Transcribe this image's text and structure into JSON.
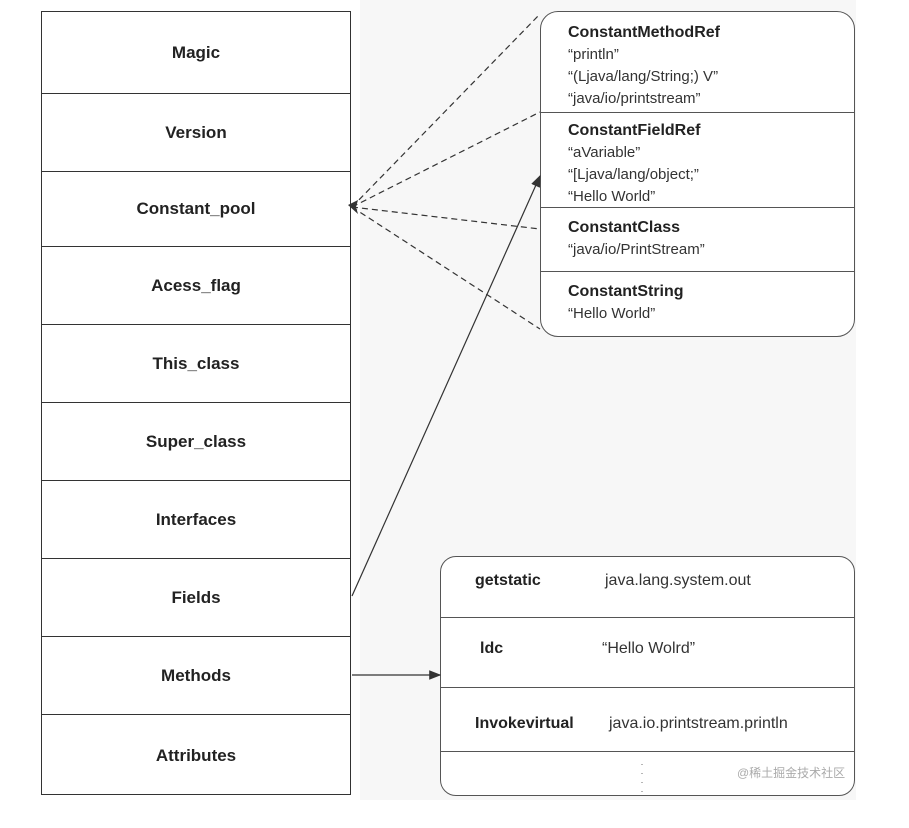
{
  "structure": {
    "rows": [
      "Magic",
      "Version",
      "Constant_pool",
      "Acess_flag",
      "This_class",
      "Super_class",
      "Interfaces",
      "Fields",
      "Methods",
      "Attributes"
    ]
  },
  "constant_pool": {
    "entries": [
      {
        "title": "ConstantMethodRef",
        "lines": [
          "“println”",
          "“(Ljava/lang/String;) V”",
          "“java/io/printstream”"
        ]
      },
      {
        "title": "ConstantFieldRef",
        "lines": [
          "“aVariable”",
          "“[Ljava/lang/object;”",
          "“Hello World”"
        ]
      },
      {
        "title": "ConstantClass",
        "lines": [
          "“java/io/PrintStream”"
        ]
      },
      {
        "title": "ConstantString",
        "lines": [
          "“Hello World”"
        ]
      }
    ]
  },
  "bytecode": {
    "rows": [
      {
        "op": "getstatic",
        "arg": "java.lang.system.out"
      },
      {
        "op": "ldc",
        "arg": "“Hello Wolrd”"
      },
      {
        "op": "Invokevirtual",
        "arg": "java.io.printstream.println"
      }
    ],
    "ellipsis": ". . . ."
  },
  "watermark": "@稀土掘金技术社区",
  "colors": {
    "line": "#333333",
    "border": "#555555",
    "text": "#222222"
  }
}
